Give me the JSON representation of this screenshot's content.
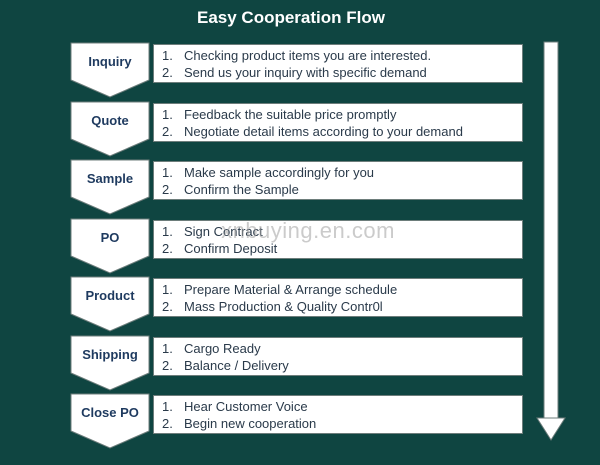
{
  "title": "Easy Cooperation Flow",
  "steps": [
    {
      "label": "Inquiry",
      "items": [
        "1.",
        "Checking product items you are interested.",
        "2.",
        "Send us your inquiry with specific demand"
      ]
    },
    {
      "label": "Quote",
      "items": [
        "1.",
        "Feedback the suitable price promptly",
        "2.",
        "Negotiate detail items according to your demand"
      ]
    },
    {
      "label": "Sample",
      "items": [
        "1.",
        "Make sample accordingly for you",
        "2.",
        "Confirm the Sample"
      ]
    },
    {
      "label": "PO",
      "items": [
        "1.",
        "Sign Contract",
        "2.",
        "Confirm Deposit"
      ]
    },
    {
      "label": "Product",
      "items": [
        "1.",
        "Prepare Material & Arrange schedule",
        "2.",
        "Mass Production  & Quality Contr0l"
      ]
    },
    {
      "label": "Shipping",
      "items": [
        "1.",
        "Cargo Ready",
        "2.",
        "Balance / Delivery"
      ]
    },
    {
      "label": "Close PO",
      "items": [
        "1.",
        "Hear Customer Voice",
        "2.",
        "Begin new cooperation"
      ]
    }
  ],
  "watermark": "xnbuying.en.com"
}
